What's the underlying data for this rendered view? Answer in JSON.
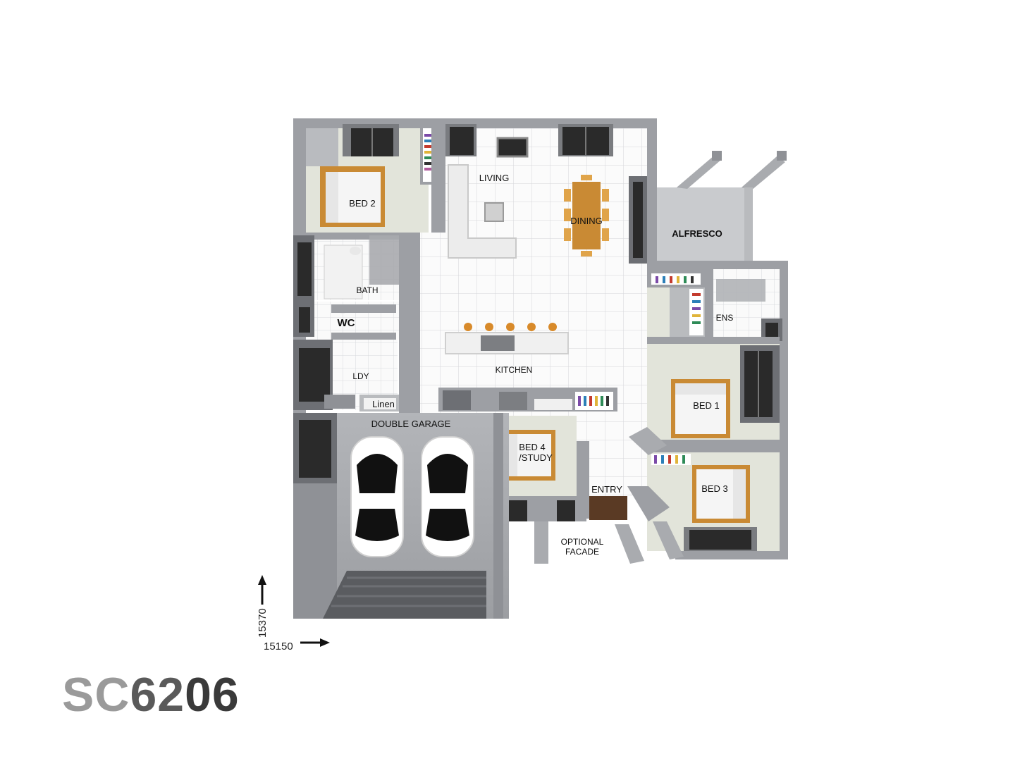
{
  "plan": {
    "model_code": {
      "part1": "SC",
      "part2": "62",
      "part3": "06"
    },
    "dimensions": {
      "depth": "15370",
      "width": "15150"
    },
    "rooms": {
      "living": "LIVING",
      "dining": "DINING",
      "alfresco": "ALFRESCO",
      "bed2": "BED 2",
      "bath": "BATH",
      "wc": "WC",
      "ldy": "LDY",
      "linen": "Linen",
      "kitchen": "KITCHEN",
      "ens": "ENS",
      "bed1": "BED 1",
      "bed3": "BED 3",
      "bed4_line1": "BED 4",
      "bed4_line2": "/STUDY",
      "garage": "DOUBLE GARAGE",
      "entry": "ENTRY",
      "facade_line1": "OPTIONAL",
      "facade_line2": "FACADE"
    },
    "colors": {
      "wall": "#8f9196",
      "wall_dark": "#6d6f74",
      "floor_tile": "#fbfbfb",
      "carpet": "#e4e6dc",
      "garage_floor": "#a7a9ad",
      "timber": "#c98a34",
      "window": "#2a2a2a"
    }
  }
}
